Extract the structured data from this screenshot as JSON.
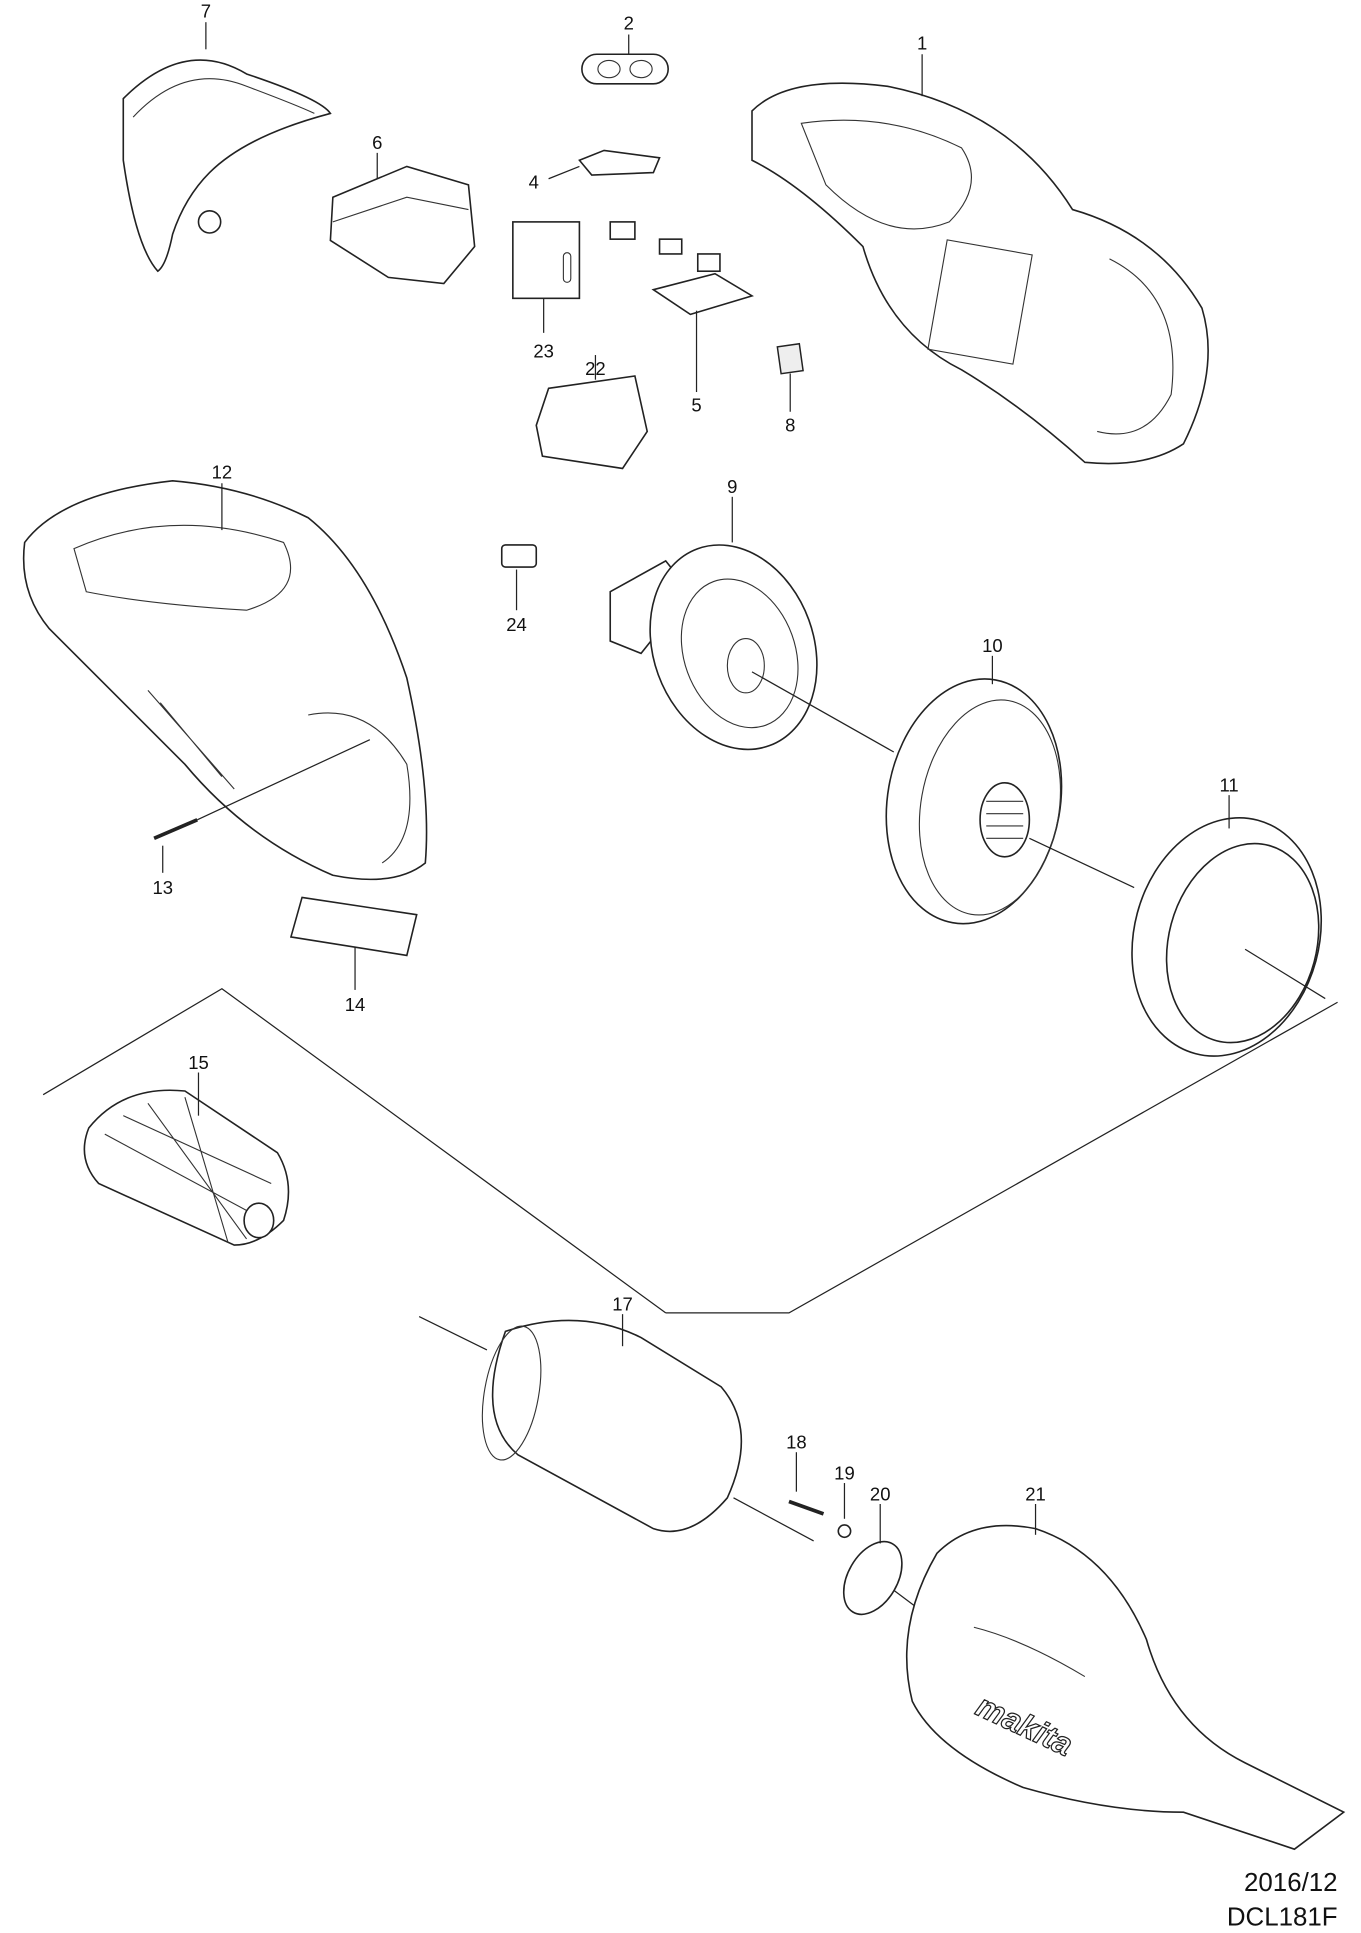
{
  "diagram": {
    "type": "exploded-parts-diagram",
    "parts": [
      "1",
      "2",
      "4",
      "5",
      "6",
      "7",
      "8",
      "9",
      "10",
      "11",
      "12",
      "13",
      "14",
      "15",
      "17",
      "18",
      "19",
      "20",
      "21",
      "22",
      "23",
      "24"
    ],
    "brand_on_part": "makita",
    "footer": {
      "date": "2016/12",
      "model": "DCL181F"
    }
  }
}
